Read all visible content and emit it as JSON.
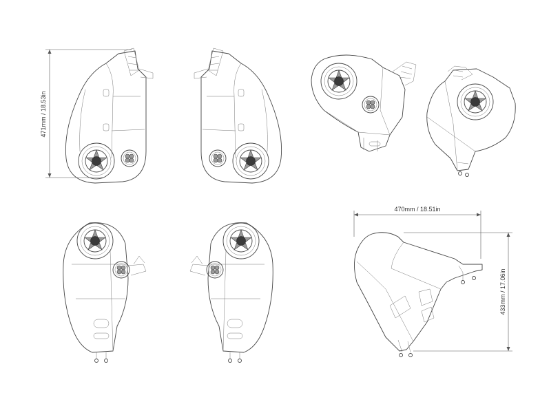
{
  "dimensions": {
    "height_front": "471mm / 18.53in",
    "width_side": "470mm / 18.51in",
    "height_side": "433mm / 17.06in"
  }
}
